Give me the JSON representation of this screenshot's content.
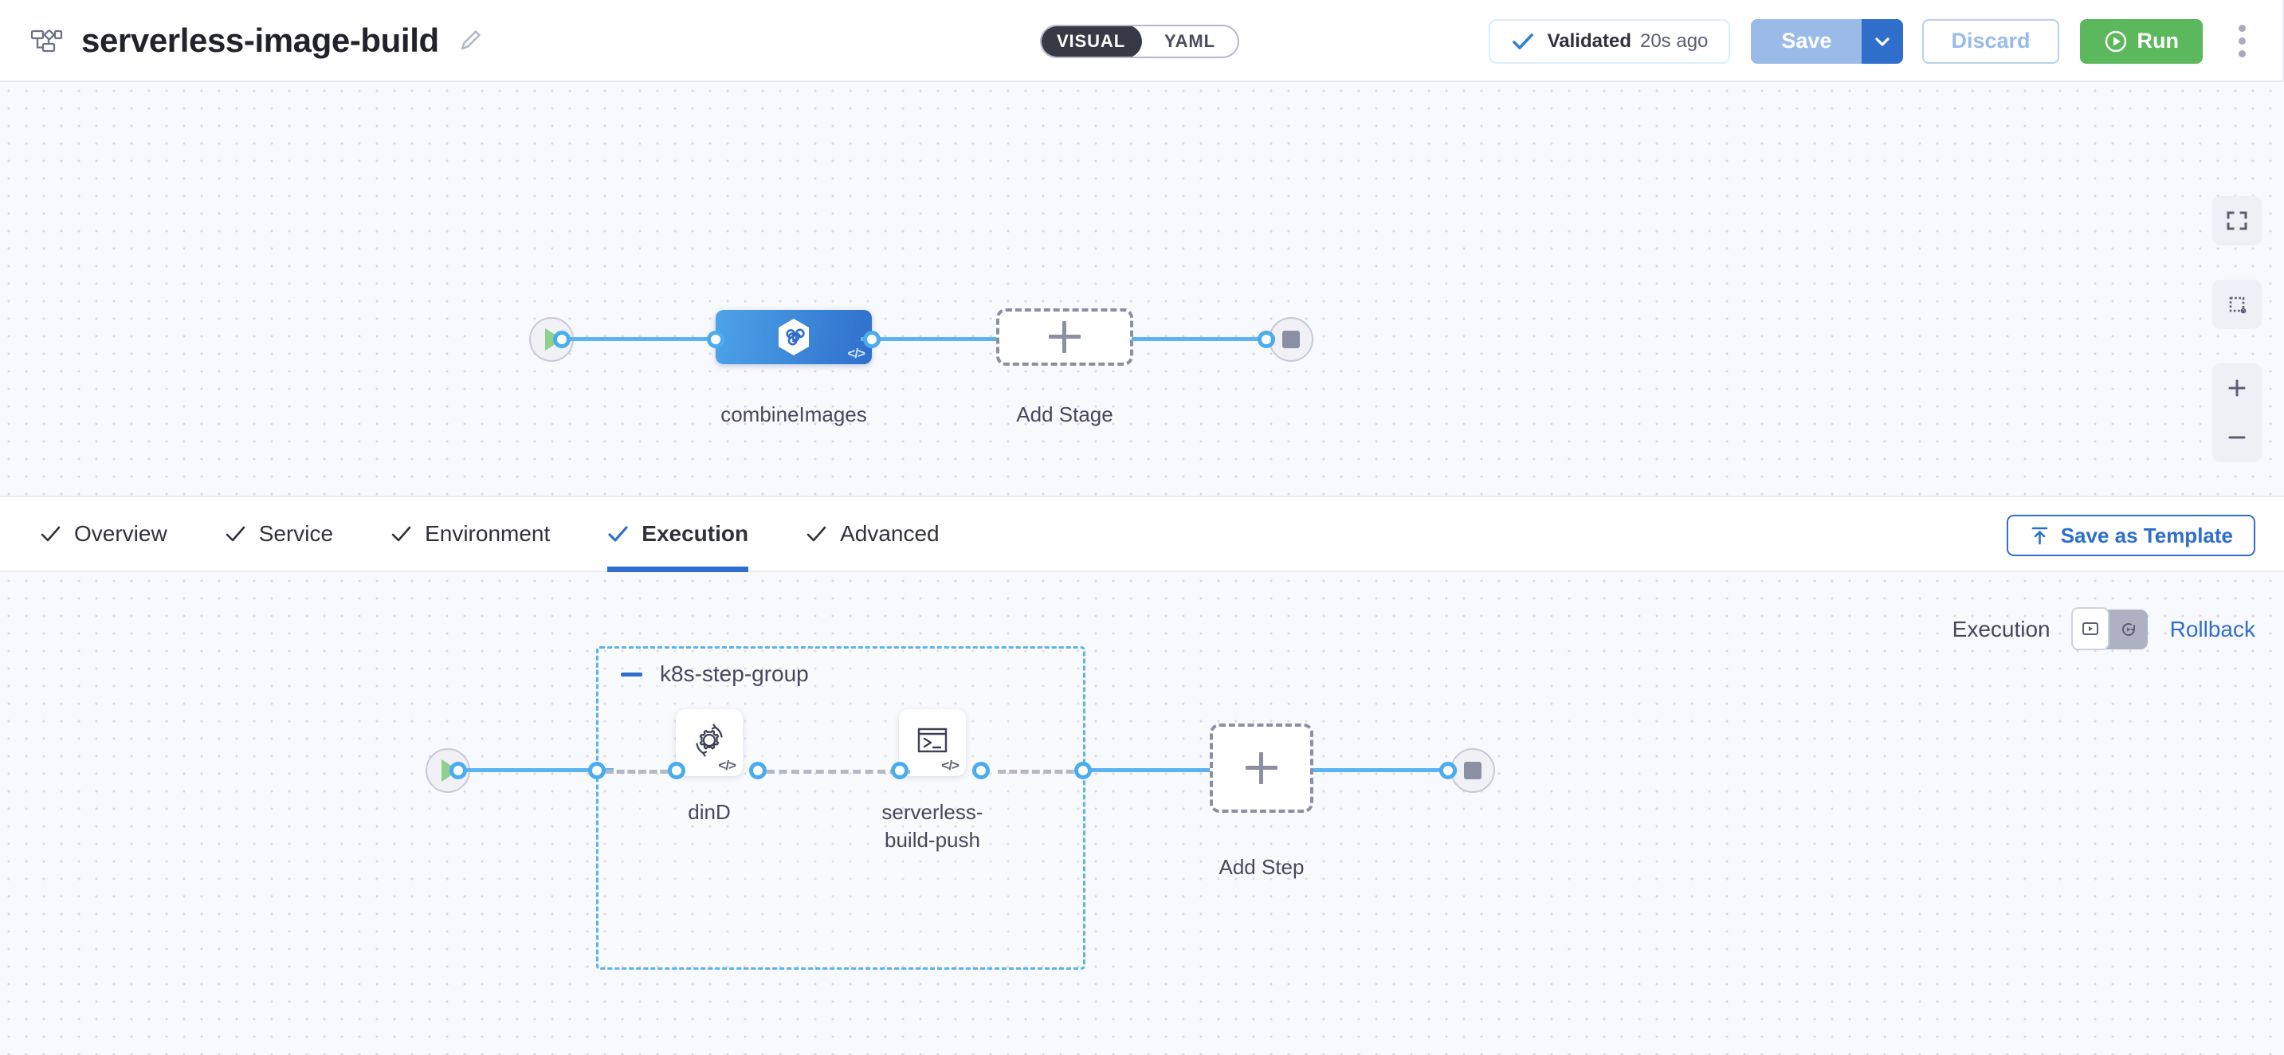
{
  "header": {
    "pipeline_icon": "pipeline-diagram-icon",
    "title": "serverless-image-build",
    "edit_icon": "pencil-icon",
    "mode_toggle": {
      "visual": "VISUAL",
      "yaml": "YAML",
      "selected": "VISUAL"
    },
    "validated": {
      "icon": "check-icon",
      "label": "Validated",
      "time": "20s ago"
    },
    "save_label": "Save",
    "save_caret_icon": "chevron-down-icon",
    "discard_label": "Discard",
    "run_label": "Run",
    "run_icon": "play-circle-icon",
    "menu_icon": "kebab-menu-icon",
    "colors": {
      "primary": "#2f6fcb",
      "save_bg": "#9abbe8",
      "run_green": "#5cb85c",
      "toggle_dark": "#383946"
    }
  },
  "stage_canvas": {
    "start_node": "start-play-node",
    "end_node": "end-stop-node",
    "stage": {
      "name": "combineImages",
      "icon": "ci-infinity-hexagon-icon",
      "badge": "</>"
    },
    "add_stage": {
      "label": "Add Stage",
      "icon": "plus-icon"
    },
    "controls": [
      {
        "name": "fit-to-screen-icon"
      },
      {
        "name": "selection-marquee-icon"
      },
      {
        "name": "zoom-in-icon"
      },
      {
        "name": "zoom-out-icon"
      }
    ]
  },
  "tabs": {
    "items": [
      {
        "label": "Overview",
        "checked": true,
        "active": false
      },
      {
        "label": "Service",
        "checked": true,
        "active": false
      },
      {
        "label": "Environment",
        "checked": true,
        "active": false
      },
      {
        "label": "Execution",
        "checked": true,
        "active": true
      },
      {
        "label": "Advanced",
        "checked": true,
        "active": false
      }
    ],
    "save_as_template": "Save as Template",
    "save_as_template_icon": "template-upload-icon"
  },
  "execution_bar": {
    "label": "Execution",
    "execution_icon": "execution-play-box-icon",
    "rollback_icon": "rollback-arrow-icon",
    "selected": "execution",
    "rollback_link": "Rollback"
  },
  "steps_canvas": {
    "start_node": "start-play-node",
    "end_node": "end-stop-node",
    "group": {
      "title": "k8s-step-group",
      "collapse_icon": "collapse-minus-icon",
      "steps": [
        {
          "name": "dinD",
          "icon": "gear-rotate-icon",
          "badge": "</>"
        },
        {
          "name": "serverless-build-push",
          "icon": "terminal-icon",
          "badge": "</>"
        }
      ]
    },
    "add_step": {
      "label": "Add Step",
      "icon": "plus-icon"
    }
  }
}
